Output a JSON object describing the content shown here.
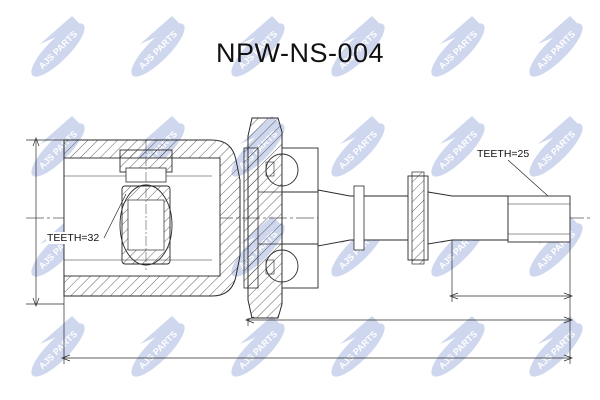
{
  "drawing": {
    "part_number": "NPW-NS-004",
    "inner_splines_label": "TEETH=32",
    "outer_splines_label": "TEETH=25"
  },
  "watermark": {
    "text": "AJS PARTS",
    "fill_color": "#c9d3ec",
    "text_color": "#ffffff"
  },
  "colors": {
    "line": "#2a2a2a",
    "hatch": "#3a3a3a"
  }
}
